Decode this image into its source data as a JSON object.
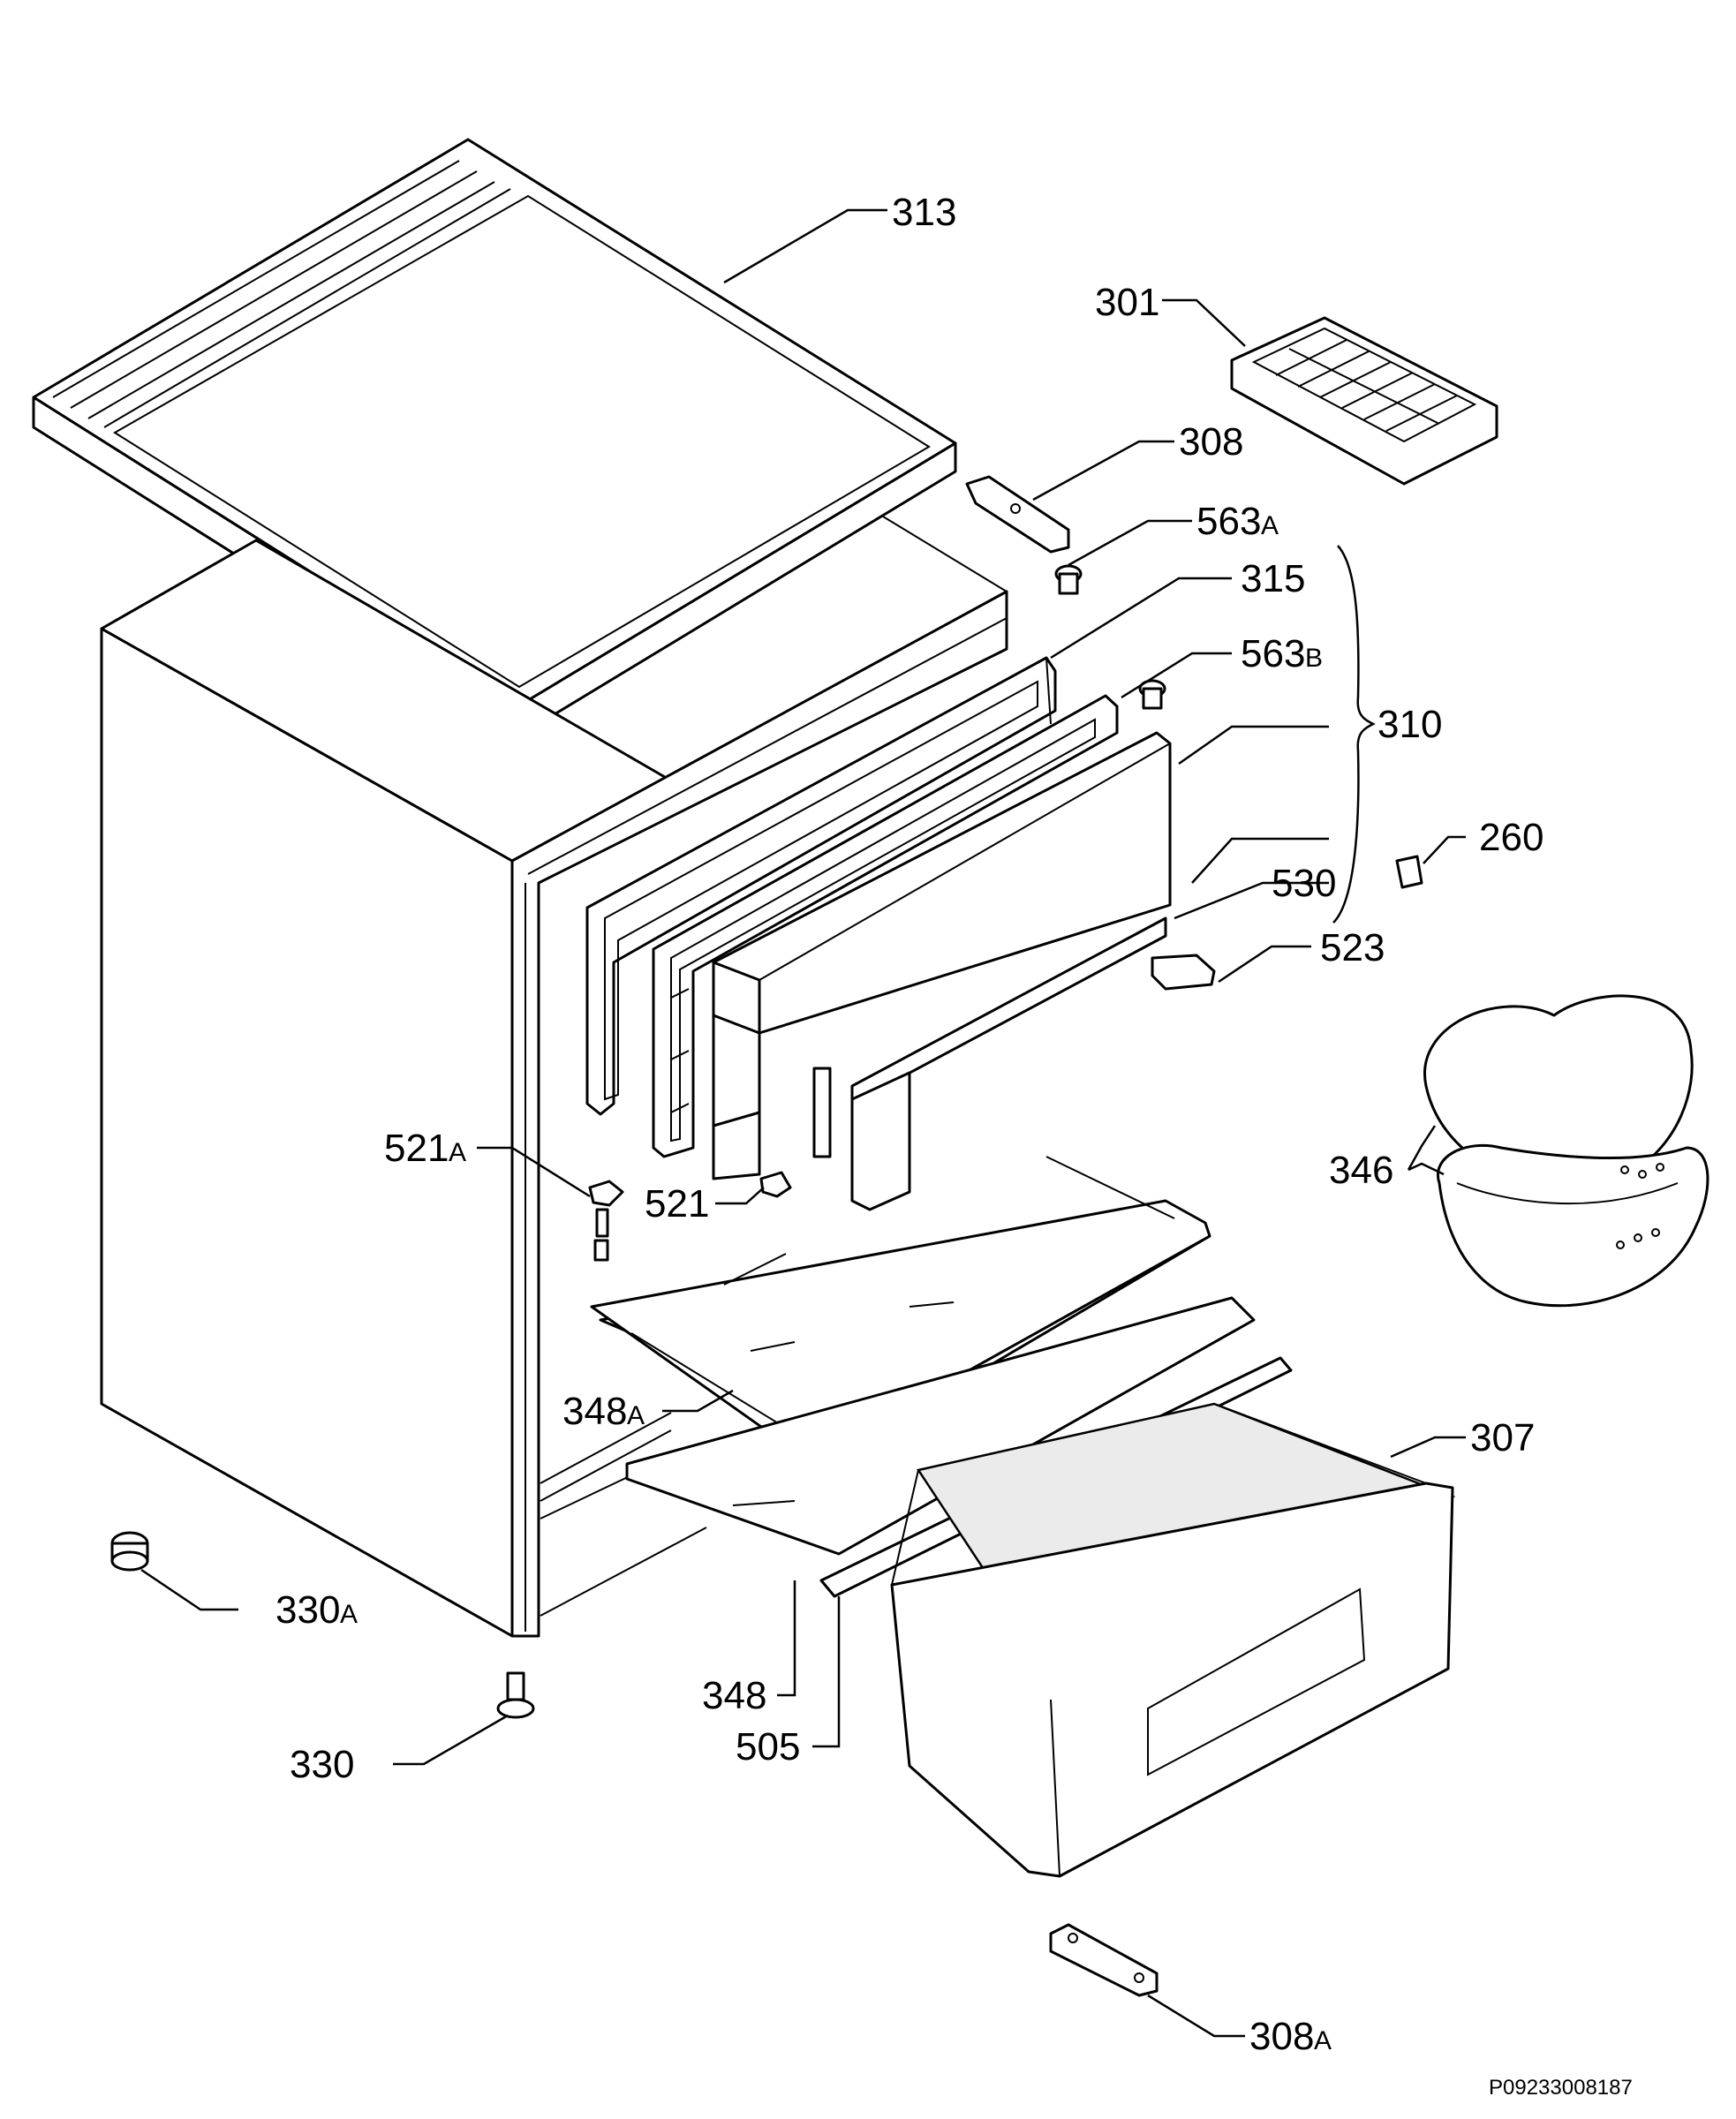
{
  "diagram": {
    "doc_ref": "P09233008187",
    "labels": {
      "p313": "313",
      "p301": "301",
      "p308": "308",
      "p563a_num": "563",
      "p563a_suf": "A",
      "p315": "315",
      "p563b_num": "563",
      "p563b_suf": "B",
      "p310": "310",
      "p260": "260",
      "p530": "530",
      "p523": "523",
      "p346": "346",
      "p521a_num": "521",
      "p521a_suf": "A",
      "p521": "521",
      "p348a_num": "348",
      "p348a_suf": "A",
      "p307": "307",
      "p330a_num": "330",
      "p330a_suf": "A",
      "p348": "348",
      "p505": "505",
      "p330": "330",
      "p308a_num": "308",
      "p308a_suf": "A"
    }
  }
}
